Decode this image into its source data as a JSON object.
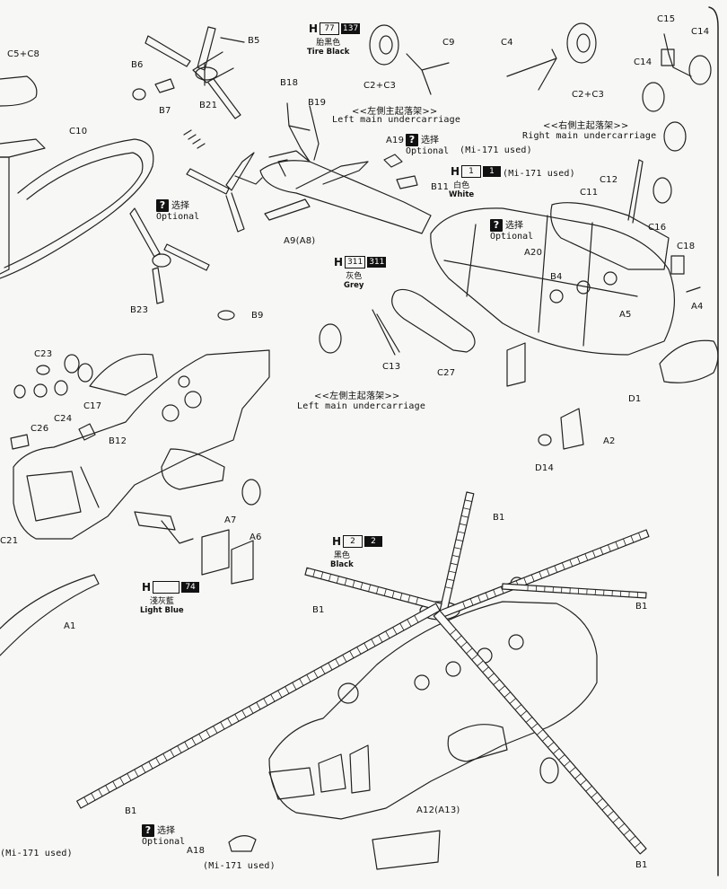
{
  "paints": {
    "tire_black": {
      "letter": "H",
      "code_a": "77",
      "code_b": "137",
      "zh": "胎黑色",
      "en": "Tire Black"
    },
    "white": {
      "letter": "H",
      "code_a": "1",
      "code_b": "1",
      "zh": "白色",
      "en": "White"
    },
    "grey": {
      "letter": "H",
      "code_a": "311",
      "code_b": "311",
      "zh": "灰色",
      "en": "Grey"
    },
    "black": {
      "letter": "H",
      "code_a": "2",
      "code_b": "2",
      "zh": "黑色",
      "en": "Black"
    },
    "light_blue": {
      "letter": "H",
      "code_a": "",
      "code_b": "74",
      "zh": "淺灰藍",
      "en": "Light Blue"
    }
  },
  "callouts": {
    "left_main_uc_top": {
      "zh": "<<左側主起落架>>",
      "en": "Left main undercarriage"
    },
    "right_main_uc": {
      "zh": "<<右側主起落架>>",
      "en": "Right main undercarriage"
    },
    "left_main_uc_mid": {
      "zh": "<<左側主起落架>>",
      "en": "Left main undercarriage"
    }
  },
  "optional": {
    "icon": "?",
    "zh": "选择",
    "en": "Optional"
  },
  "mi171_used": "(Mi-171 used)",
  "parts": {
    "c5c8": "C5+C8",
    "b6": "B6",
    "b7": "B7",
    "b5": "B5",
    "b21": "B21",
    "c10": "C10",
    "b18": "B18",
    "b19": "B19",
    "c2c3a": "C2+C3",
    "c9": "C9",
    "c4": "C4",
    "c2c3b": "C2+C3",
    "c15": "C15",
    "c14a": "C14",
    "c14b": "C14",
    "a19": "A19",
    "b11": "B11",
    "c12": "C12",
    "c11": "C11",
    "c16": "C16",
    "a20": "A20",
    "c18": "C18",
    "b4": "B4",
    "a4": "A4",
    "a5": "A5",
    "a9a8": "A9(A8)",
    "b23": "B23",
    "b9": "B9",
    "c23": "C23",
    "c17": "C17",
    "c26": "C26",
    "c24": "C24",
    "b12": "B12",
    "c13": "C13",
    "c27": "C27",
    "d1": "D1",
    "a2": "A2",
    "d14": "D14",
    "a7": "A7",
    "a6": "A6",
    "c21": "C21",
    "a1": "A1",
    "b1a": "B1",
    "b1b": "B1",
    "b1c": "B1",
    "b1d": "B1",
    "b1e": "B1",
    "a12a13": "A12(A13)",
    "a18": "A18"
  }
}
